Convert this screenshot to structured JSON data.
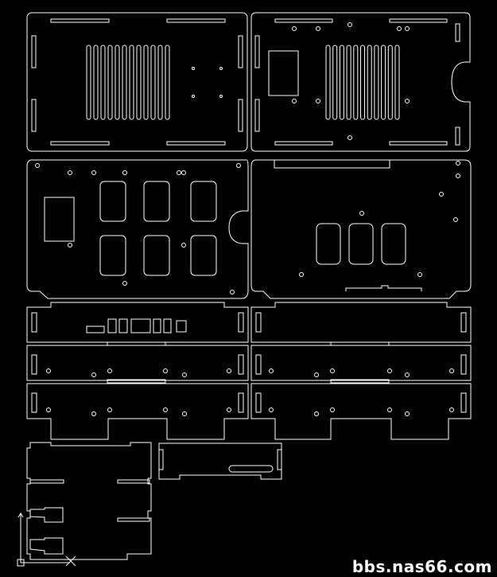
{
  "drawing": {
    "background": "#000000",
    "line_color": "#ffffff",
    "parts": [
      {
        "id": "top-left-panel"
      },
      {
        "id": "top-right-panel"
      },
      {
        "id": "middle-left-panel"
      },
      {
        "id": "middle-right-panel"
      },
      {
        "id": "side-panel-row-1-left"
      },
      {
        "id": "side-panel-row-1-right"
      },
      {
        "id": "side-panel-row-2-left"
      },
      {
        "id": "side-panel-row-2-right"
      },
      {
        "id": "side-panel-row-3-left"
      },
      {
        "id": "side-panel-row-3-right"
      },
      {
        "id": "small-bracket-left"
      },
      {
        "id": "small-bracket-right"
      }
    ]
  },
  "watermark": {
    "text": "bbs.nas66.com",
    "color": "#ffffff"
  },
  "icons": {
    "ucs": "ucs-axis-icon",
    "cross": "cross-marker-icon"
  }
}
